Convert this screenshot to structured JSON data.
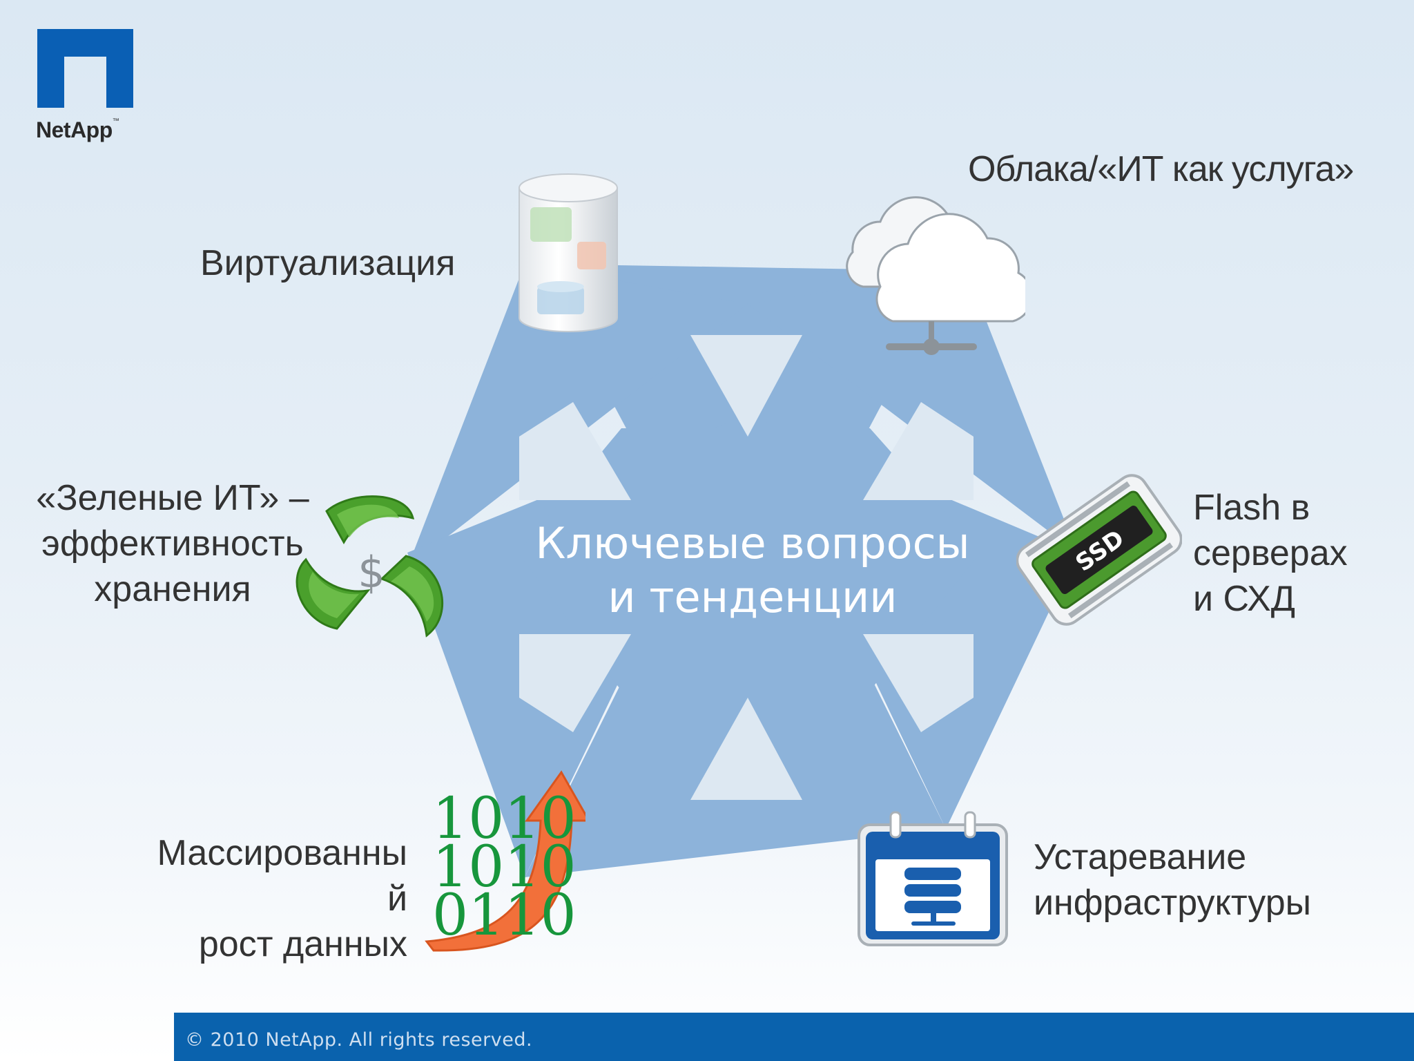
{
  "brand": {
    "logo_text": "NetApp",
    "logo_tm": "™",
    "logo_color": "#0a5fb4"
  },
  "slide": {
    "center_title_line1": "Ключевые вопросы",
    "center_title_line2": "и тенденции",
    "star_color": "#8db3da"
  },
  "topics": {
    "virtualization": "Виртуализация",
    "cloud": "Облака/«ИТ как услуга»",
    "green_line1": "«Зеленые ИТ» –",
    "green_line2": "эффективность",
    "green_line3": "хранения",
    "flash_line1": "Flash в",
    "flash_line2": "серверах",
    "flash_line3": "и СХД",
    "data_line1": "Массированны",
    "data_line2": "й",
    "data_line3": "рост данных",
    "infra_line1": "Устаревание",
    "infra_line2": "инфраструктуры"
  },
  "icons": {
    "virtualization": "database-cylinder-icon",
    "cloud": "cloud-network-icon",
    "green": "recycle-dollar-icon",
    "flash": "ssd-chip-icon",
    "data": "binary-growth-arrow-icon",
    "infra": "calendar-server-icon",
    "ssd_label": "SSD",
    "dollar": "$",
    "binary_row1": "1010",
    "binary_row2": "1010",
    "binary_row3": "0110"
  },
  "footer": {
    "copyright": "© 2010 NetApp.  All rights reserved."
  }
}
